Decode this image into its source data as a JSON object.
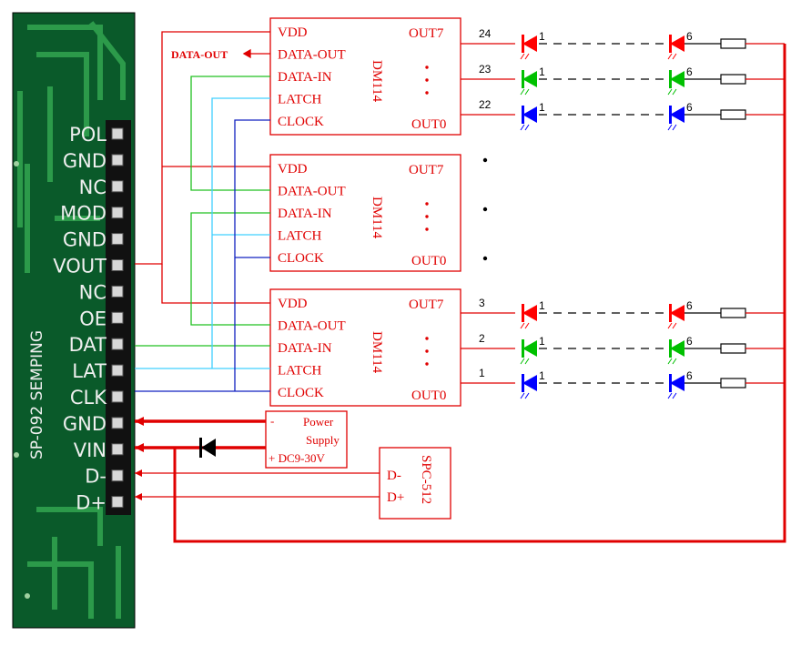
{
  "board": {
    "title": "SP-092 SEMPING",
    "pins": [
      "POL",
      "GND",
      "NC",
      "MOD",
      "GND",
      "VOUT",
      "NC",
      "OE",
      "DAT",
      "LAT",
      "CLK",
      "GND",
      "VIN",
      "D-",
      "D+"
    ]
  },
  "chips": [
    {
      "name": "DM114",
      "inputs": [
        "VDD",
        "DATA-OUT",
        "DATA-IN",
        "LATCH",
        "CLOCK"
      ],
      "out_top": "OUT7",
      "out_bottom": "OUT0"
    },
    {
      "name": "DM114",
      "inputs": [
        "VDD",
        "DATA-OUT",
        "DATA-IN",
        "LATCH",
        "CLOCK"
      ],
      "out_top": "OUT7",
      "out_bottom": "OUT0"
    },
    {
      "name": "DM114",
      "inputs": [
        "VDD",
        "DATA-OUT",
        "DATA-IN",
        "LATCH",
        "CLOCK"
      ],
      "out_top": "OUT7",
      "out_bottom": "OUT0"
    }
  ],
  "data_out_label": "DATA-OUT",
  "channels": [
    {
      "num": "24",
      "color": "#ff0000"
    },
    {
      "num": "23",
      "color": "#00c000"
    },
    {
      "num": "22",
      "color": "#0000ff"
    },
    {
      "num": "3",
      "color": "#ff0000"
    },
    {
      "num": "2",
      "color": "#00c000"
    },
    {
      "num": "1",
      "color": "#0000ff"
    }
  ],
  "led_first_label": "1",
  "led_last_label": "6",
  "power_supply": {
    "minus": "-",
    "title1": "Power",
    "title2": "Supply",
    "plus_line": "+ DC9-30V"
  },
  "spc": {
    "name": "SPC-512",
    "pins": [
      "D-",
      "D+"
    ]
  },
  "colors": {
    "red": "#e00000",
    "green": "#20c020",
    "cyan": "#40d0ff",
    "blue": "#1020c0",
    "board": "#0a5a2a",
    "board_trace": "#2c9a4a"
  }
}
